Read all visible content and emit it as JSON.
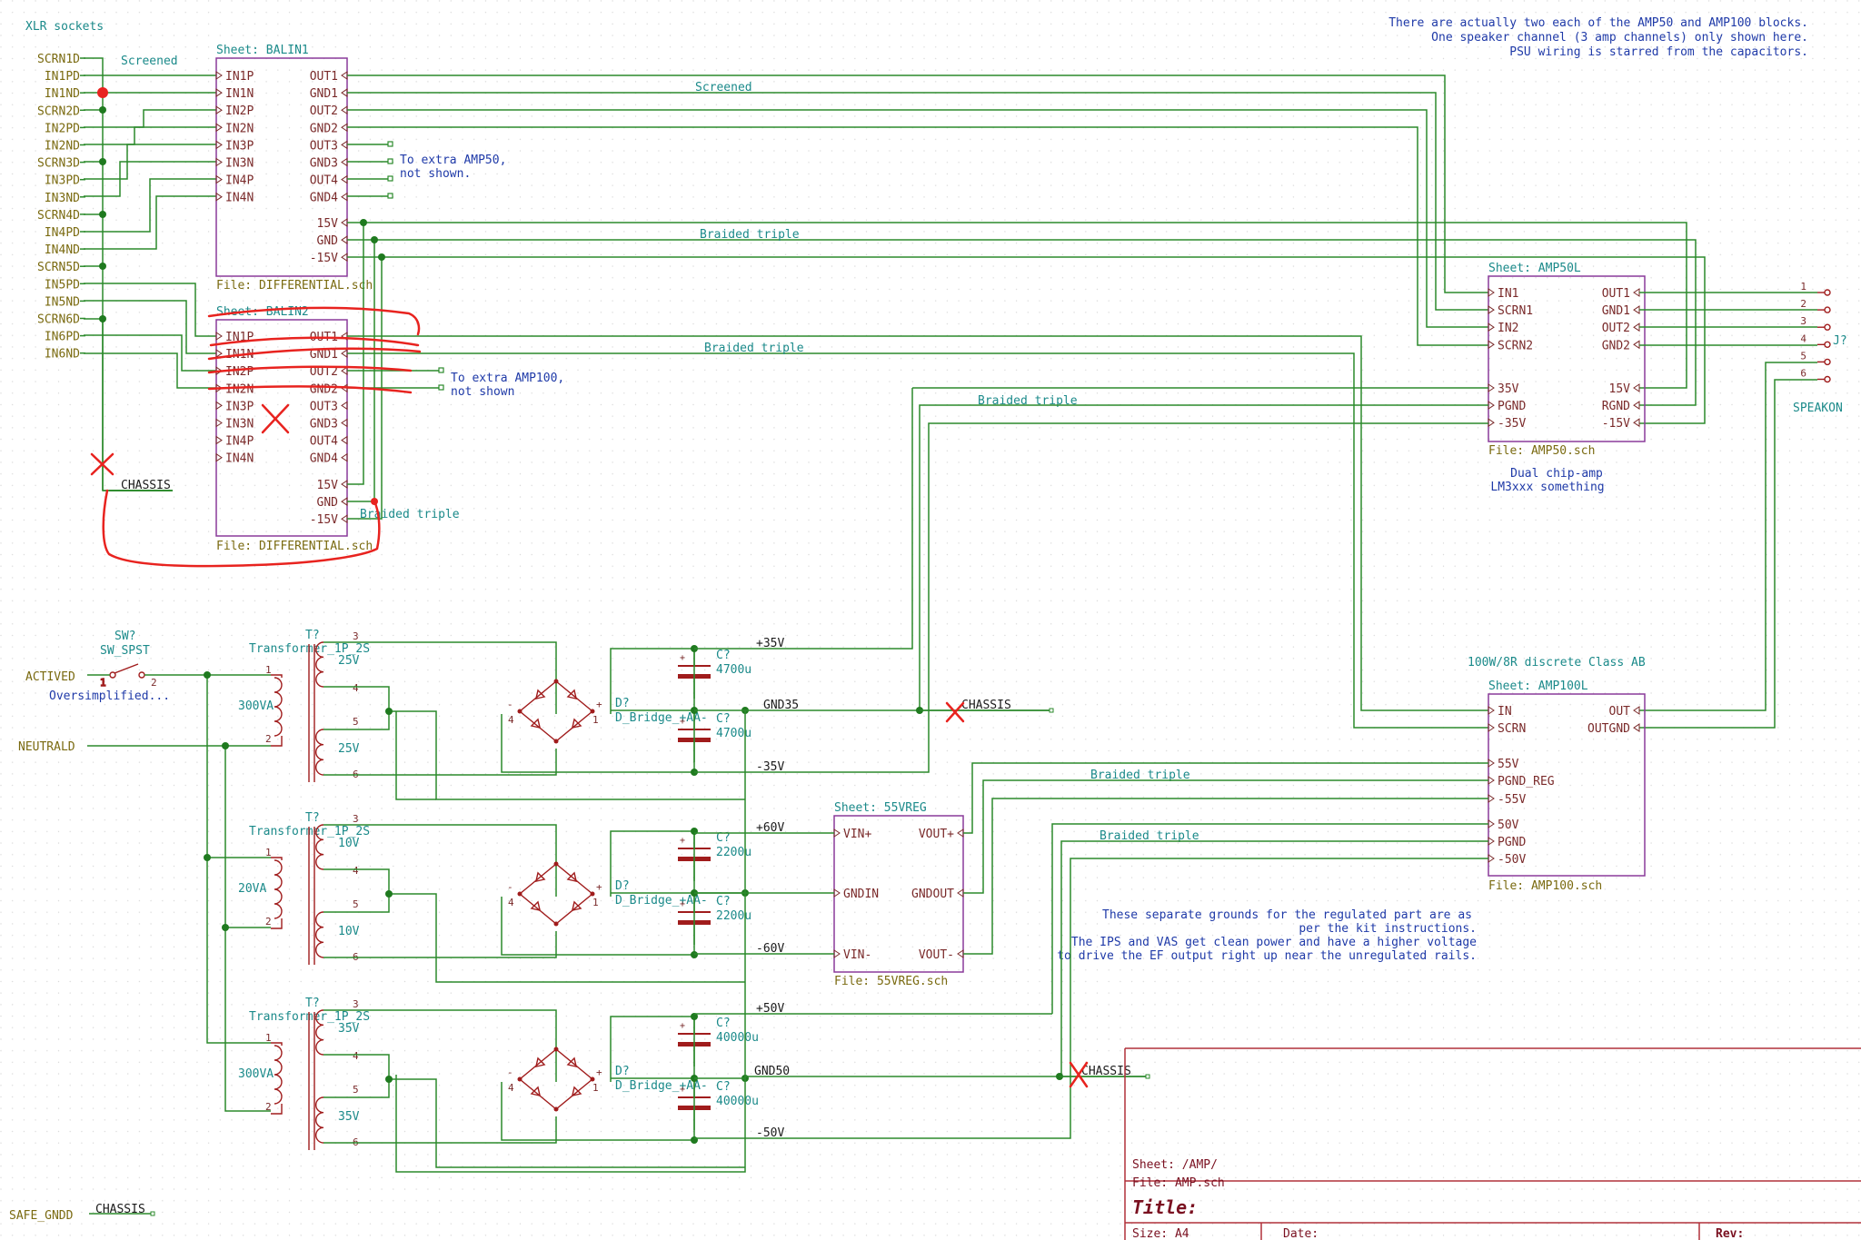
{
  "notes": {
    "top_right": [
      "There are actually two each of the AMP50 and AMP100 blocks.",
      "One speaker channel (3 amp channels) only shown here.",
      "PSU wiring is starred from the capacitors."
    ],
    "reg_grounds": [
      "These separate grounds for the regulated part are as",
      "per the kit instructions.",
      "The IPS and VAS get clean power and have a higher voltage",
      "to drive the EF output right up near the unregulated rails."
    ],
    "extra_amp50": [
      "To extra AMP50,",
      "not shown."
    ],
    "extra_amp100": [
      "To extra AMP100,",
      "not shown"
    ],
    "dual_chip": [
      "Dual chip-amp",
      "LM3xxx something"
    ],
    "amp100_title": "100W/8R discrete Class AB"
  },
  "xlr": {
    "title": "XLR sockets",
    "labels": [
      "SCRN1D",
      "IN1PD",
      "IN1ND",
      "SCRN2D",
      "IN2PD",
      "IN2ND",
      "SCRN3D",
      "IN3PD",
      "IN3ND",
      "SCRN4D",
      "IN4PD",
      "IN4ND",
      "SCRN5D",
      "IN5PD",
      "IN5ND",
      "SCRN6D",
      "IN6PD",
      "IN6ND"
    ]
  },
  "wire_labels": {
    "screened": "Screened",
    "braided_triple": "Braided triple"
  },
  "balin1": {
    "sheet": "Sheet: BALIN1",
    "file": "File: DIFFERENTIAL.sch",
    "left": [
      "IN1P",
      "IN1N",
      "IN2P",
      "IN2N",
      "IN3P",
      "IN3N",
      "IN4P",
      "IN4N"
    ],
    "right": [
      "OUT1",
      "GND1",
      "OUT2",
      "GND2",
      "OUT3",
      "GND3",
      "OUT4",
      "GND4"
    ],
    "power": [
      "15V",
      "GND",
      "-15V"
    ]
  },
  "balin2": {
    "sheet": "Sheet: BALIN2",
    "file": "File: DIFFERENTIAL.sch",
    "left": [
      "IN1P",
      "IN1N",
      "IN2P",
      "IN2N",
      "IN3P",
      "IN3N",
      "IN4P",
      "IN4N"
    ],
    "right": [
      "OUT1",
      "GND1",
      "OUT2",
      "GND2",
      "OUT3",
      "GND3",
      "OUT4",
      "GND4"
    ],
    "power": [
      "15V",
      "GND",
      "-15V"
    ]
  },
  "amp50": {
    "sheet": "Sheet: AMP50L",
    "file": "File: AMP50.sch",
    "left": [
      "IN1",
      "SCRN1",
      "IN2",
      "SCRN2"
    ],
    "right": [
      "OUT1",
      "GND1",
      "OUT2",
      "GND2"
    ],
    "power_left": [
      "35V",
      "PGND",
      "-35V"
    ],
    "power_right": [
      "15V",
      "RGND",
      "-15V"
    ]
  },
  "amp100": {
    "sheet": "Sheet: AMP100L",
    "file": "File: AMP100.sch",
    "left": [
      "IN",
      "SCRN",
      "55V",
      "PGND_REG",
      "-55V",
      "50V",
      "PGND",
      "-50V"
    ],
    "right": [
      "OUT",
      "OUTGND"
    ]
  },
  "reg55": {
    "sheet": "Sheet: 55VREG",
    "file": "File: 55VREG.sch",
    "left": [
      "VIN+",
      "GNDIN",
      "VIN-"
    ],
    "right": [
      "VOUT+",
      "GNDOUT",
      "VOUT-"
    ]
  },
  "speakon": {
    "ref": "J?",
    "name": "SPEAKON",
    "pins": [
      "1",
      "2",
      "3",
      "4",
      "5",
      "6"
    ]
  },
  "mains": {
    "active": "ACTIVED",
    "neutral": "NEUTRALD",
    "safe_gnd": "SAFE_GNDD",
    "switch_ref": "SW?",
    "switch_name": "SW_SPST",
    "switch_note": "Oversimplified...",
    "switch_pin1": "1",
    "switch_pin2": "2"
  },
  "chassis": "CHASSIS",
  "transformers": [
    {
      "ref": "T?",
      "name": "Transformer_1P_2S",
      "va": "300VA",
      "sec_a": "25V",
      "sec_b": "25V"
    },
    {
      "ref": "T?",
      "name": "Transformer_1P_2S",
      "va": "20VA",
      "sec_a": "10V",
      "sec_b": "10V"
    },
    {
      "ref": "T?",
      "name": "Transformer_1P_2S",
      "va": "300VA",
      "sec_a": "35V",
      "sec_b": "35V"
    }
  ],
  "pin_numbers": {
    "p1": "1",
    "p2": "2",
    "p3": "3",
    "p4": "4",
    "p5": "5",
    "p6": "6"
  },
  "bridges": {
    "ref": "D?",
    "name": "D_Bridge_+AA-",
    "plus": "+",
    "minus": "-"
  },
  "psu_rows": [
    {
      "pos": "+35V",
      "gnd": "GND35",
      "neg": "-35V",
      "cap_top": "4700u",
      "cap_bot": "4700u"
    },
    {
      "pos": "+60V",
      "gnd": "",
      "neg": "-60V",
      "cap_top": "2200u",
      "cap_bot": "2200u"
    },
    {
      "pos": "+50V",
      "gnd": "GND50",
      "neg": "-50V",
      "cap_top": "40000u",
      "cap_bot": "40000u"
    }
  ],
  "cap_ref": "C?",
  "title_block": {
    "sheet": "Sheet: /AMP/",
    "file": "File: AMP.sch",
    "title": "Title:",
    "size": "Size: A4",
    "date": "Date:",
    "rev": "Rev:"
  }
}
